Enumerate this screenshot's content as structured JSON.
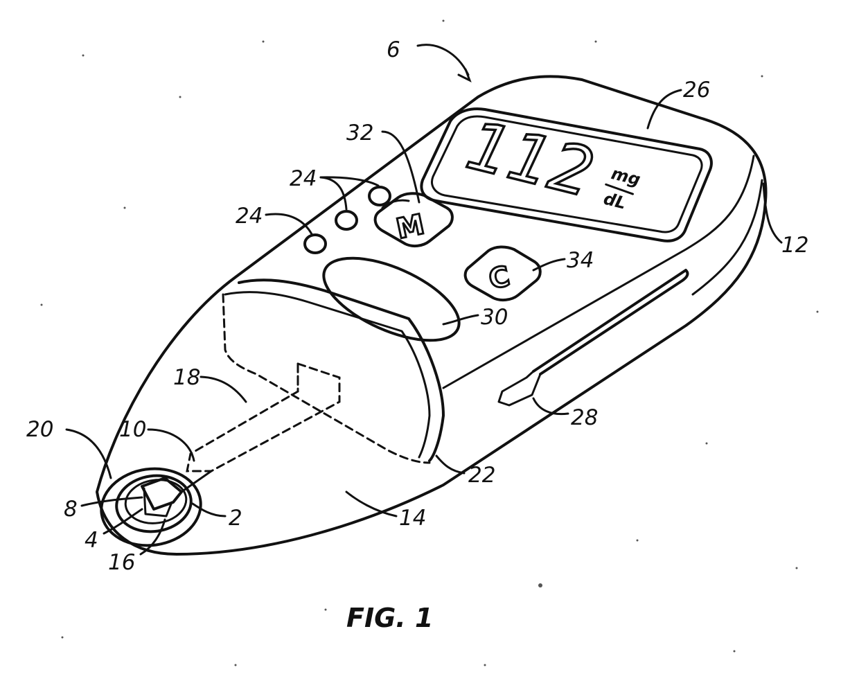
{
  "figure": {
    "caption": "FIG. 1",
    "display": {
      "reading": "112",
      "unit_top": "mg",
      "unit_bottom": "dL"
    },
    "buttons": {
      "memory_key": "M",
      "clear_key": "C"
    },
    "reference_numerals": [
      {
        "id": "ref-6",
        "text": "6"
      },
      {
        "id": "ref-26",
        "text": "26"
      },
      {
        "id": "ref-32",
        "text": "32"
      },
      {
        "id": "ref-24a",
        "text": "24"
      },
      {
        "id": "ref-24b",
        "text": "24"
      },
      {
        "id": "ref-12",
        "text": "12"
      },
      {
        "id": "ref-34",
        "text": "34"
      },
      {
        "id": "ref-30",
        "text": "30"
      },
      {
        "id": "ref-18",
        "text": "18"
      },
      {
        "id": "ref-20",
        "text": "20"
      },
      {
        "id": "ref-10",
        "text": "10"
      },
      {
        "id": "ref-28",
        "text": "28"
      },
      {
        "id": "ref-22",
        "text": "22"
      },
      {
        "id": "ref-8",
        "text": "8"
      },
      {
        "id": "ref-2",
        "text": "2"
      },
      {
        "id": "ref-14",
        "text": "14"
      },
      {
        "id": "ref-4",
        "text": "4"
      },
      {
        "id": "ref-16",
        "text": "16"
      }
    ]
  }
}
